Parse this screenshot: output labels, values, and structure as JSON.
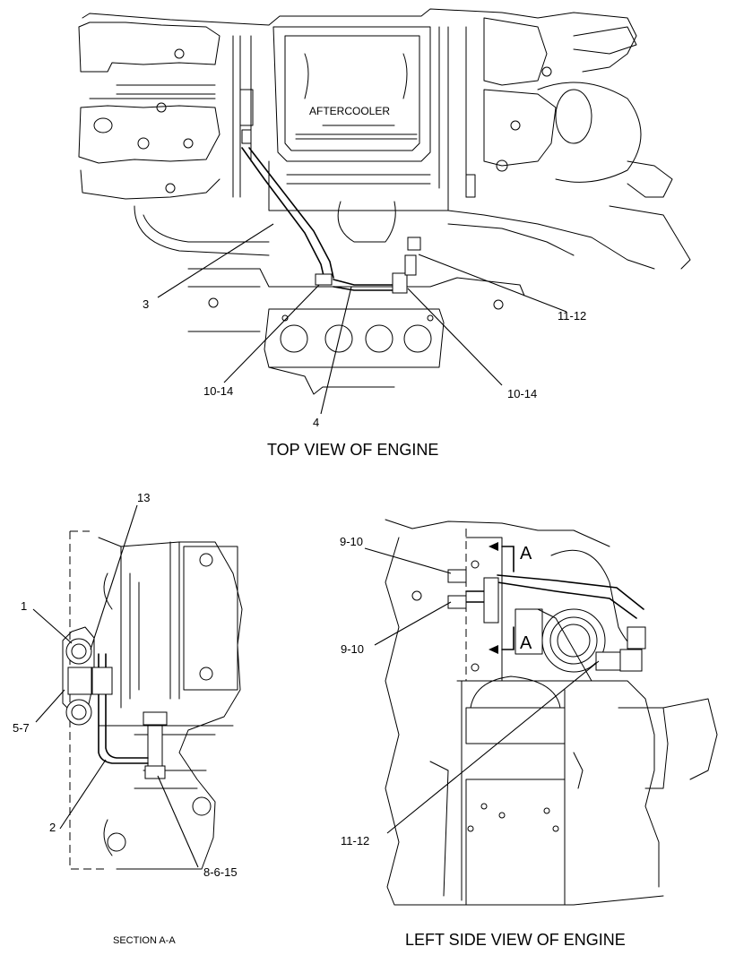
{
  "top_view": {
    "title": "TOP VIEW OF ENGINE",
    "aftercooler_label": "AFTERCOOLER",
    "callouts": {
      "c3": "3",
      "c1112": "11-12",
      "c1014_left": "10-14",
      "c1014_right": "10-14",
      "c4": "4"
    }
  },
  "section_view": {
    "title": "SECTION A-A",
    "callouts": {
      "c13": "13",
      "c1": "1",
      "c57": "5-7",
      "c2": "2",
      "c8615": "8-6-15"
    }
  },
  "side_view": {
    "title": "LEFT SIDE VIEW OF ENGINE",
    "section_marker": "A",
    "callouts": {
      "c910_top": "9-10",
      "c910_bottom": "9-10",
      "c1112": "11-12"
    }
  }
}
